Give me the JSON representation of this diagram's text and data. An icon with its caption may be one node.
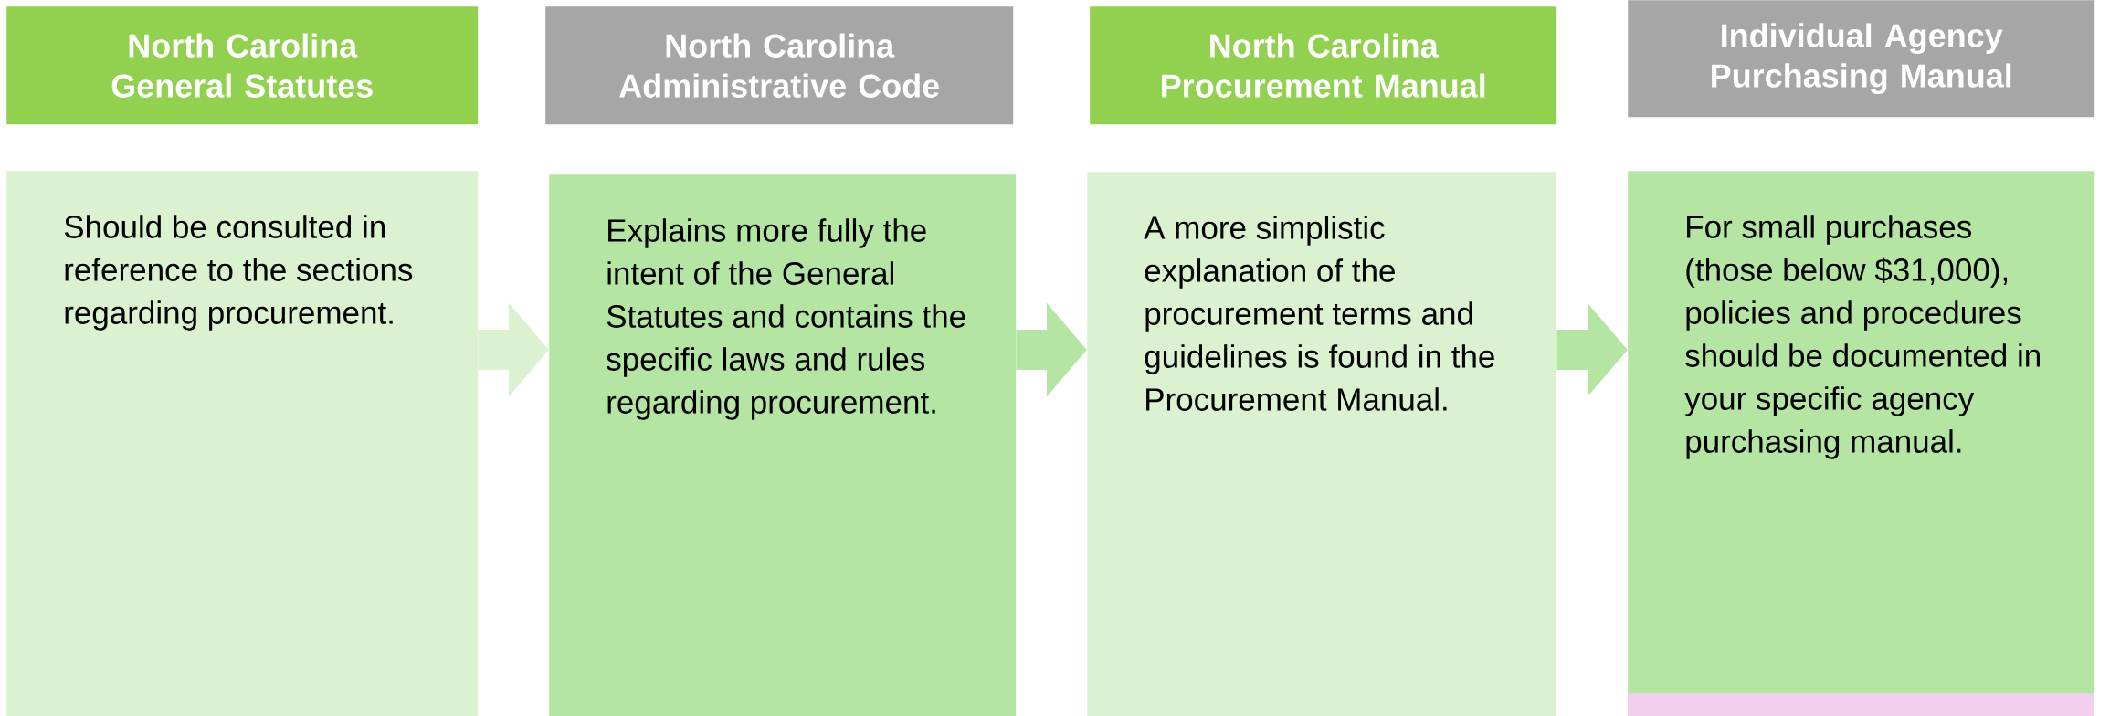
{
  "diagram": {
    "nodes": [
      {
        "text": [
          "North Carolina General Statutes"
        ]
      },
      {
        "text": [
          "Should be consulted in reference to the sections regarding procurement."
        ]
      },
      {
        "text": [
          "North Carolina Administrative Code"
        ]
      },
      {
        "text": [
          "Explains more fully the intent of the General Statutes and contains the specific laws and rules regarding procurement."
        ]
      },
      {
        "text": [
          "North Carolina Procurement Manual"
        ]
      },
      {
        "text": [
          "A more simplistic explanation of the procurement terms and guidelines is found in the Procurement Manual."
        ]
      },
      {
        "text": [
          "Individual Agency Purchasing Manual"
        ]
      },
      {
        "text": [
          "For small purchases (those below $31,000), policies and procedures should be documented in your specific agency purchasing manual."
        ]
      }
    ],
    "edges": [
      {
        "from": 1,
        "to": 3,
        "arrow": "to",
        "color": "#daf2d0"
      },
      {
        "from": 3,
        "to": 5,
        "arrow": "to"
      },
      {
        "from": 5,
        "to": 7,
        "arrow": "to"
      }
    ]
  }
}
